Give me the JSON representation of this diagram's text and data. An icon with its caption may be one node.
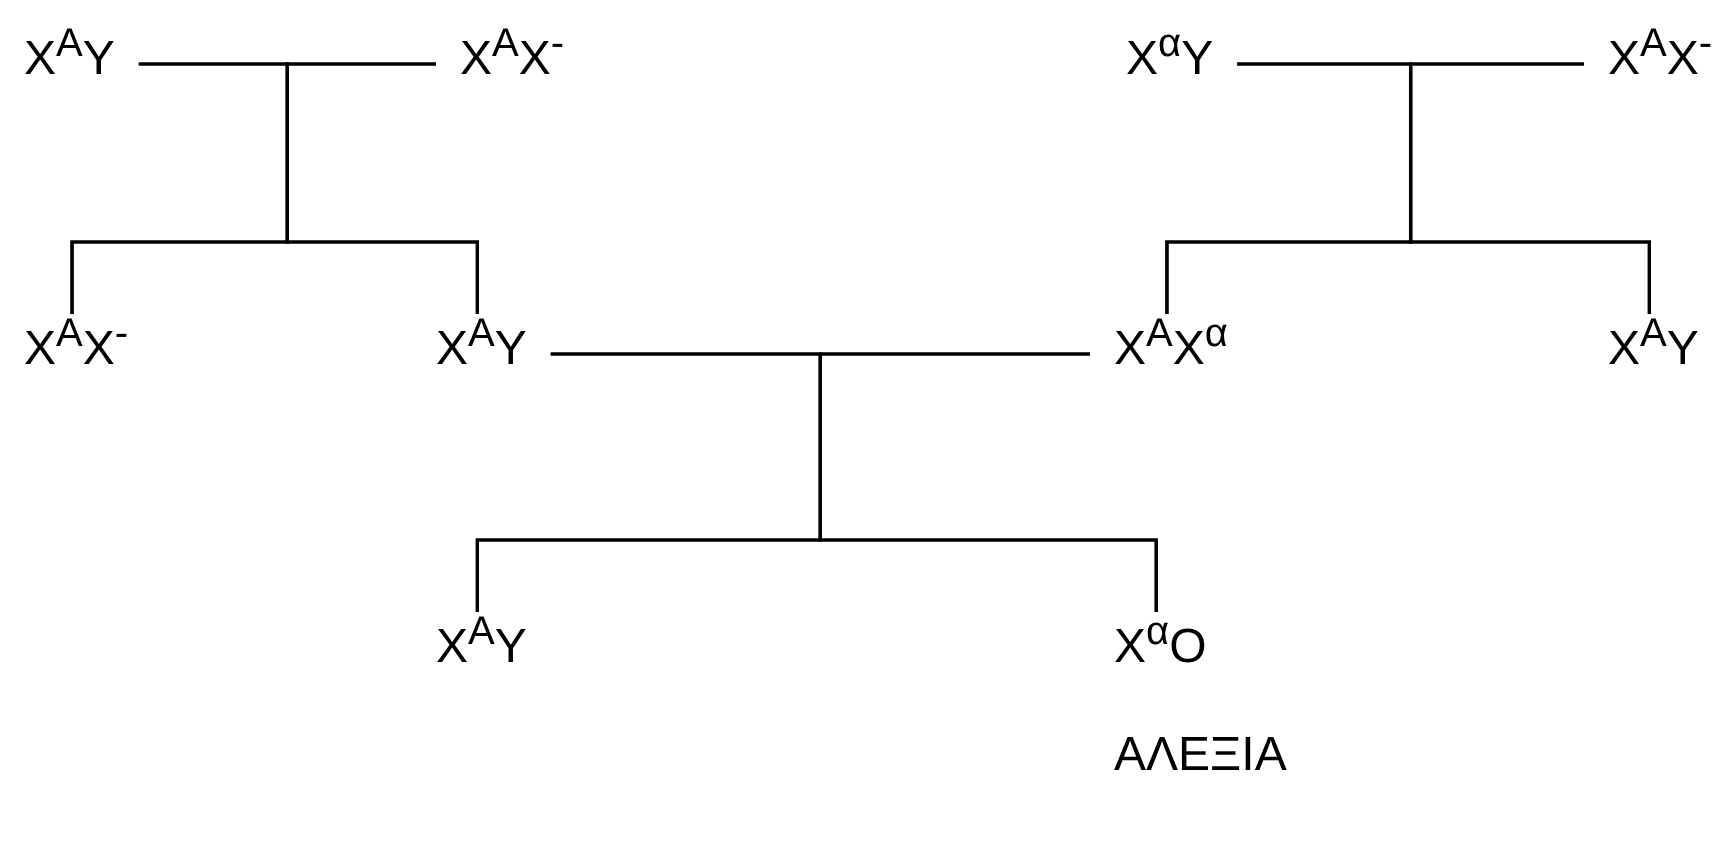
{
  "diagram": {
    "nodes": [
      {
        "text": [
          "X$^{A}$Y"
        ]
      },
      {
        "text": [
          "X$^{A}$X$^{-}$"
        ]
      },
      {
        "text": [
          "X$^{α}$Y"
        ]
      },
      {
        "text": [
          "X$^{A}$X$^{-}$"
        ]
      },
      {
        "text": [
          "X$^{A}$X$^{-}$"
        ]
      },
      {
        "text": [
          "X$^{A}$Y"
        ]
      },
      {
        "text": [
          "X$^{A}$X$^{α}$"
        ]
      },
      {
        "text": [
          "X$^{A}$Y"
        ]
      },
      {
        "text": [
          "X$^{A}$Y"
        ]
      },
      {
        "text": [
          "X$^{α}$O"
        ],
        "beside": [
          "ΑΛΕΞΙΑ"
        ]
      }
    ],
    "edges": [
      {
        "from": 0,
        "to": 4,
        "arrow": "none"
      },
      {
        "from": 0,
        "to": 5,
        "arrow": "none"
      },
      {
        "from": 1,
        "to": 4,
        "arrow": "none"
      },
      {
        "from": 1,
        "to": 5,
        "arrow": "none"
      },
      {
        "from": 2,
        "to": 6,
        "arrow": "none"
      },
      {
        "from": 2,
        "to": 7,
        "arrow": "none"
      },
      {
        "from": 3,
        "to": 6,
        "arrow": "none"
      },
      {
        "from": 3,
        "to": 7,
        "arrow": "none"
      },
      {
        "from": 5,
        "to": 8,
        "arrow": "none"
      },
      {
        "from": 5,
        "to": 9,
        "arrow": "none"
      },
      {
        "from": 6,
        "to": 8,
        "arrow": "none"
      },
      {
        "from": 6,
        "to": 9,
        "arrow": "none"
      }
    ]
  }
}
